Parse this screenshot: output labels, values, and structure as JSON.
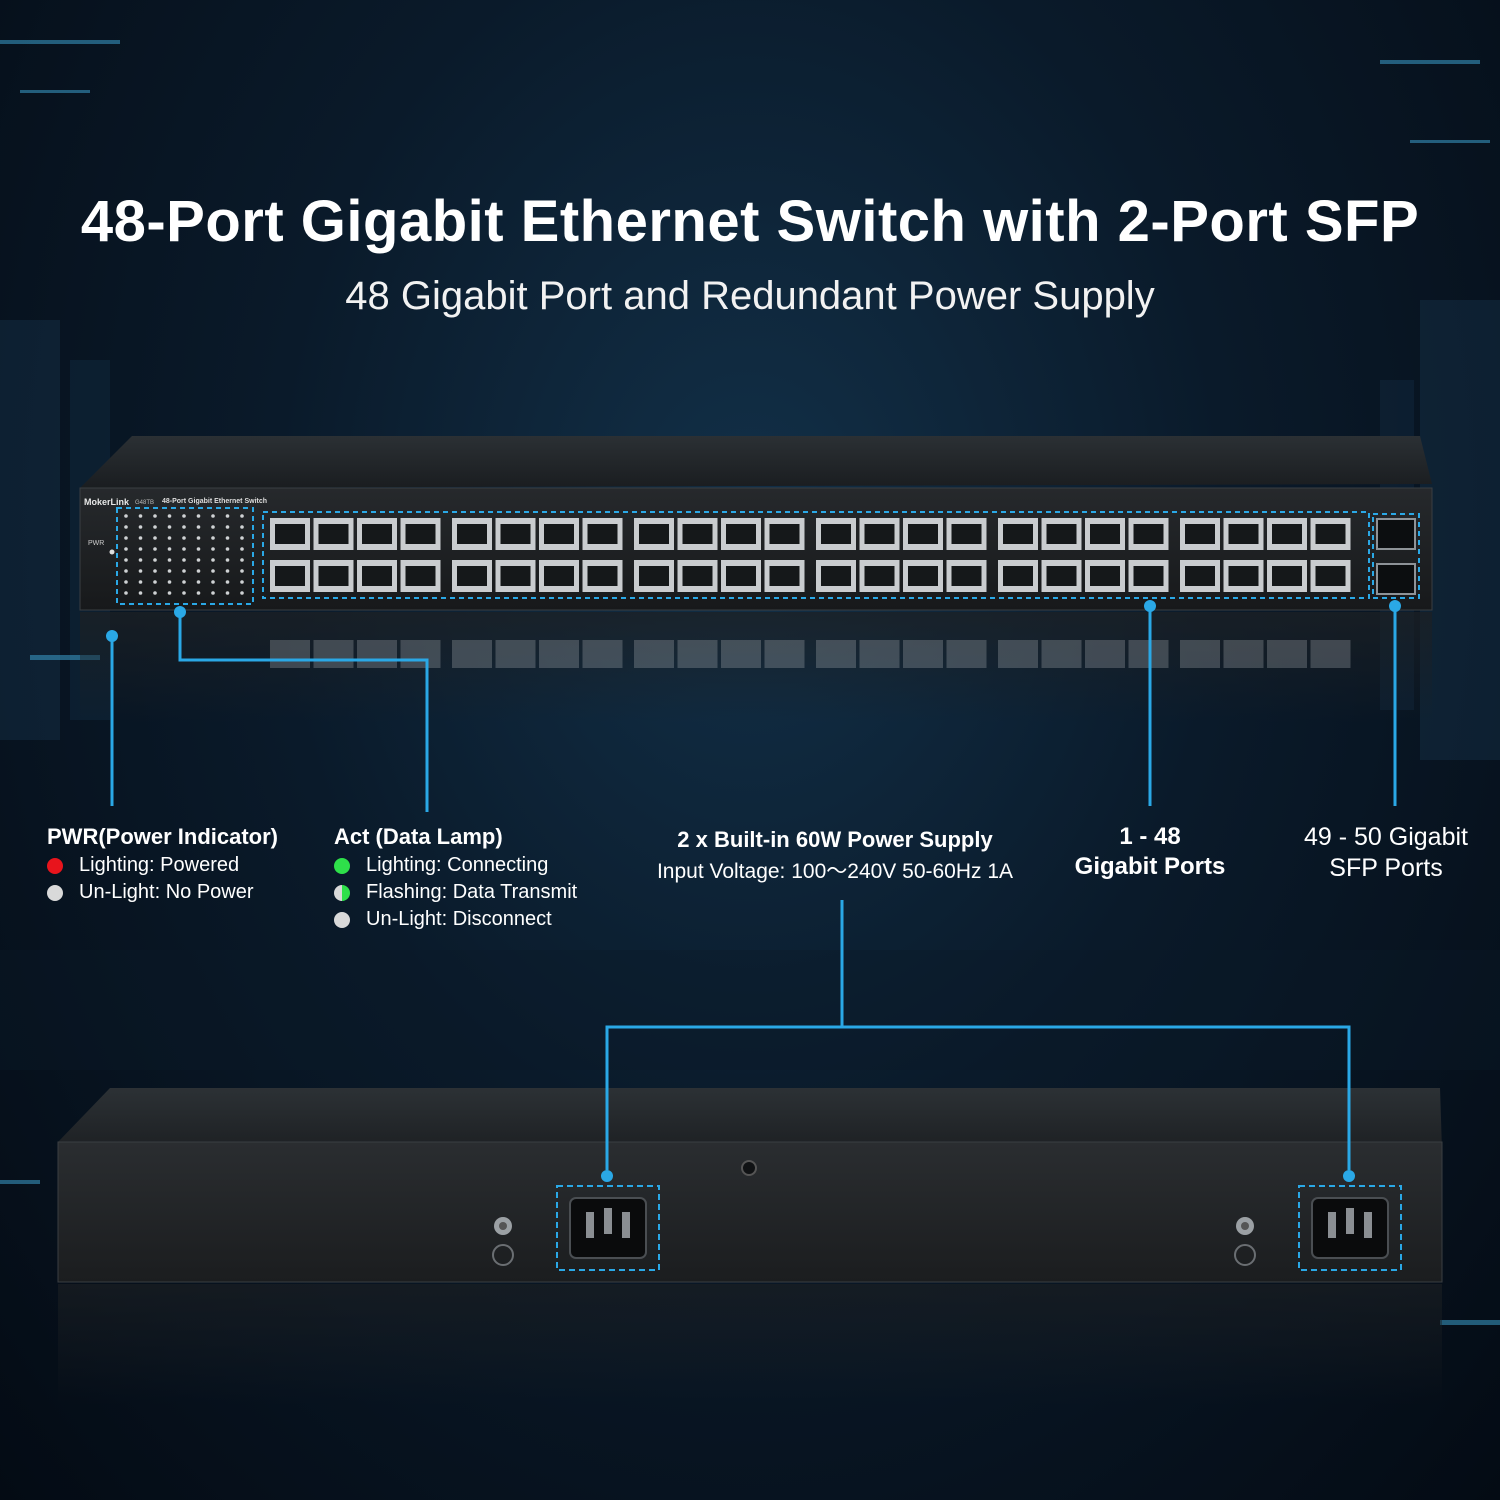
{
  "header": {
    "title": "48-Port Gigabit Ethernet Switch with 2-Port SFP",
    "subtitle": "48 Gigabit Port and Redundant Power Supply"
  },
  "front_panel": {
    "brand": "MokerLink",
    "model": "G48TB",
    "label": "48-Port Gigabit Ethernet Switch",
    "pwr_tag": "PWR"
  },
  "callouts": {
    "pwr": {
      "title": "PWR(Power Indicator)",
      "items": [
        {
          "color": "#e8141c",
          "text": "Lighting: Powered"
        },
        {
          "color": "#d9d9d9",
          "text": "Un-Light: No Power"
        }
      ]
    },
    "act": {
      "title": "Act (Data Lamp)",
      "items": [
        {
          "color": "#2ee04a",
          "text": "Lighting: Connecting"
        },
        {
          "color": "#2ee04a",
          "text": "Flashing: Data Transmit"
        },
        {
          "color": "#d9d9d9",
          "text": "Un-Light: Disconnect"
        }
      ]
    },
    "power_supply": {
      "line1": "2 x Built-in 60W Power Supply",
      "line2": "Input Voltage: 100～240V 50-60Hz 1A"
    },
    "gigabit": {
      "line1": "1 - 48",
      "line2": "Gigabit Ports"
    },
    "sfp": {
      "line1": "49 - 50 Gigabit",
      "line2": "SFP Ports"
    }
  },
  "colors": {
    "accent": "#2aa8e6",
    "chassis": "#1f2326",
    "port": "#c9cccf"
  }
}
